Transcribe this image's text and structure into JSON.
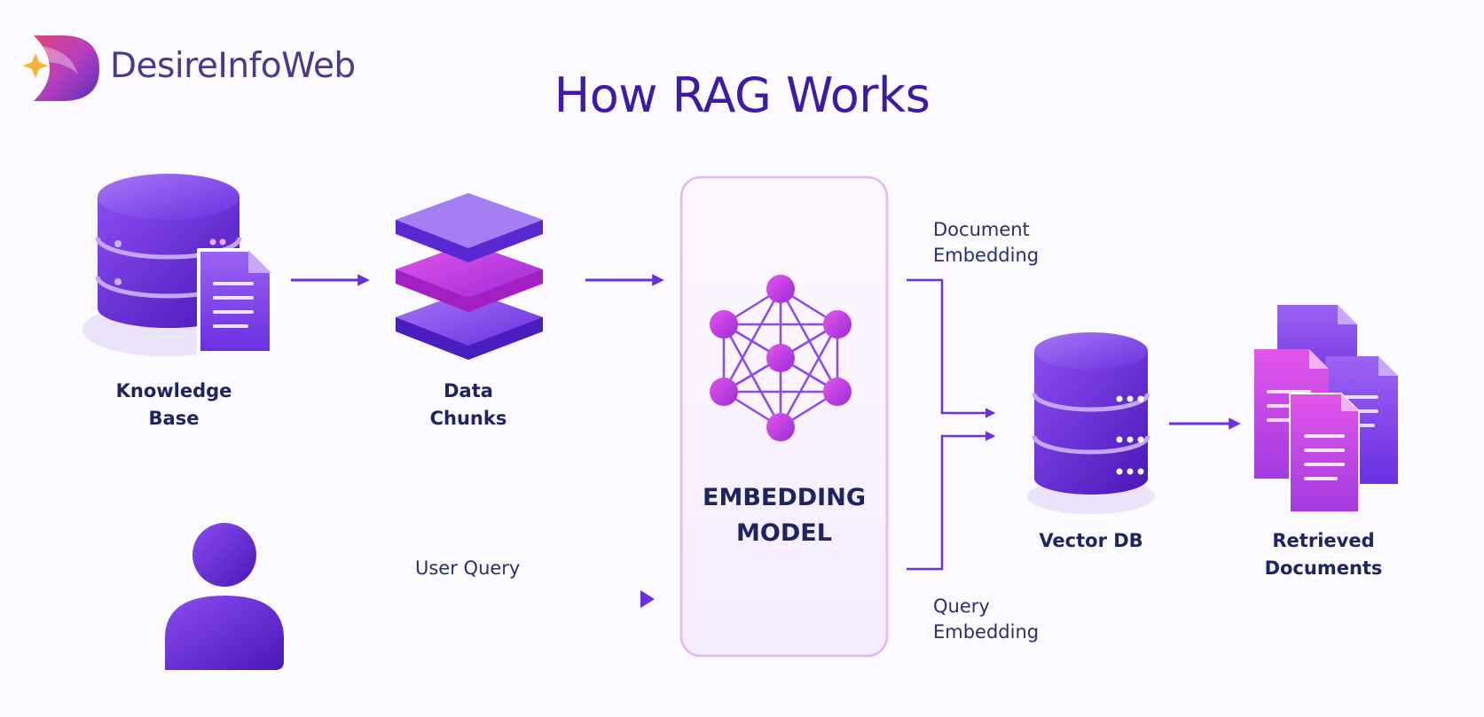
{
  "brand": {
    "name": "DesireInfoWeb"
  },
  "title": "How RAG Works",
  "nodes": {
    "knowledge_base": {
      "line1": "Knowledge",
      "line2": "Base"
    },
    "data_chunks": {
      "line1": "Data",
      "line2": "Chunks"
    },
    "embedding_model": {
      "line1": "EMBEDDING",
      "line2": "MODEL"
    },
    "vector_db": {
      "label": "Vector DB"
    },
    "retrieved_documents": {
      "line1": "Retrieved",
      "line2": "Documents"
    }
  },
  "edges": {
    "user_query": "User Query",
    "document_embedding": {
      "line1": "Document",
      "line2": "Embedding"
    },
    "query_embedding": {
      "line1": "Query",
      "line2": "Embedding"
    }
  },
  "colors": {
    "primary": "#6a2fe0",
    "deep": "#4517b0",
    "magenta": "#d23fe0",
    "title": "#3d1aa8",
    "label": "#1e2361"
  },
  "icons": [
    "logo-mark",
    "database-icon",
    "document-icon",
    "layers-icon",
    "neural-network-icon",
    "user-icon",
    "documents-icon"
  ]
}
